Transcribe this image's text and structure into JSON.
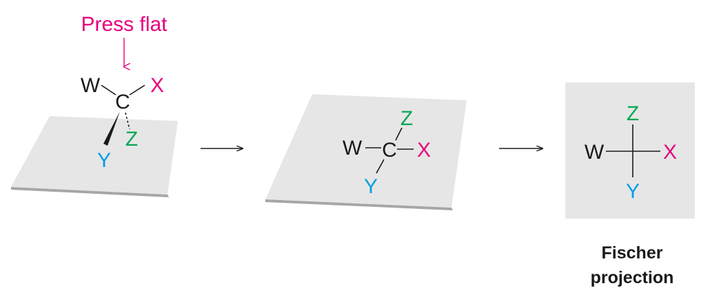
{
  "colors": {
    "black": "#1a1a1a",
    "magenta": "#e6007e",
    "green": "#00a651",
    "cyan": "#00a0e3",
    "plane": "#e6e6e6",
    "plane_shadow": "#a6a6a6",
    "line": "#1a1a1a"
  },
  "step1": {
    "annotation": "Press flat",
    "atoms": {
      "w": "W",
      "c": "C",
      "x": "X",
      "y": "Y",
      "z": "Z"
    }
  },
  "step2": {
    "atoms": {
      "w": "W",
      "c": "C",
      "x": "X",
      "y": "Y",
      "z": "Z"
    }
  },
  "step3": {
    "atoms": {
      "w": "W",
      "x": "X",
      "y": "Y",
      "z": "Z"
    },
    "caption_line1": "Fischer",
    "caption_line2": "projection"
  }
}
